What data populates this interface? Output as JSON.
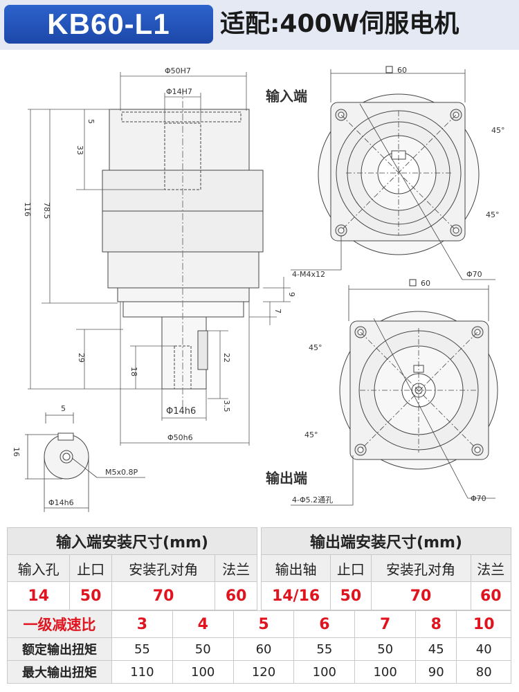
{
  "header": {
    "model": "KB60-L1",
    "fit_text": "适配:400W伺服电机"
  },
  "drawing": {
    "phi50H7": "Φ50H7",
    "phi14H7": "Φ14H7",
    "d5": "5",
    "d33": "33",
    "d116": "116",
    "d78_5": "78.5",
    "d9": "9",
    "d7": "7",
    "d29": "29",
    "d18": "18",
    "d22": "22",
    "d3_5": "3.5",
    "phi14h6": "Φ14h6",
    "phi50h6": "Φ50h6",
    "key5": "5",
    "d16": "16",
    "m5": "M5x0.8P",
    "phi14h6_2": "Φ14h6",
    "sq60_in": "60",
    "input_end": "输入端",
    "a45_1": "45°",
    "a45_2": "45°",
    "m4": "4-M4x12",
    "phi70_in": "Φ70",
    "sq60_out": "60",
    "a45_3": "45°",
    "a45_4": "45°",
    "output_end": "输出端",
    "hole": "4-Φ5.2通孔",
    "phi70_out": "Φ70"
  },
  "input_table": {
    "title": "输入端安装尺寸(mm)",
    "headers": [
      "输入孔",
      "止口",
      "安装孔对角",
      "法兰"
    ],
    "values": [
      "14",
      "50",
      "70",
      "60"
    ]
  },
  "output_table": {
    "title": "输出端安装尺寸(mm)",
    "headers": [
      "输出轴",
      "止口",
      "安装孔对角",
      "法兰"
    ],
    "values": [
      "14/16",
      "50",
      "70",
      "60"
    ]
  },
  "ratio_table": {
    "ratio_label": "一级减速比",
    "ratios": [
      "3",
      "4",
      "5",
      "6",
      "7",
      "8",
      "10"
    ],
    "rated_label": "额定输出扭矩",
    "rated": [
      "55",
      "50",
      "60",
      "55",
      "50",
      "45",
      "40"
    ],
    "max_label": "最大输出扭矩",
    "max": [
      "110",
      "100",
      "120",
      "100",
      "100",
      "90",
      "80"
    ]
  }
}
